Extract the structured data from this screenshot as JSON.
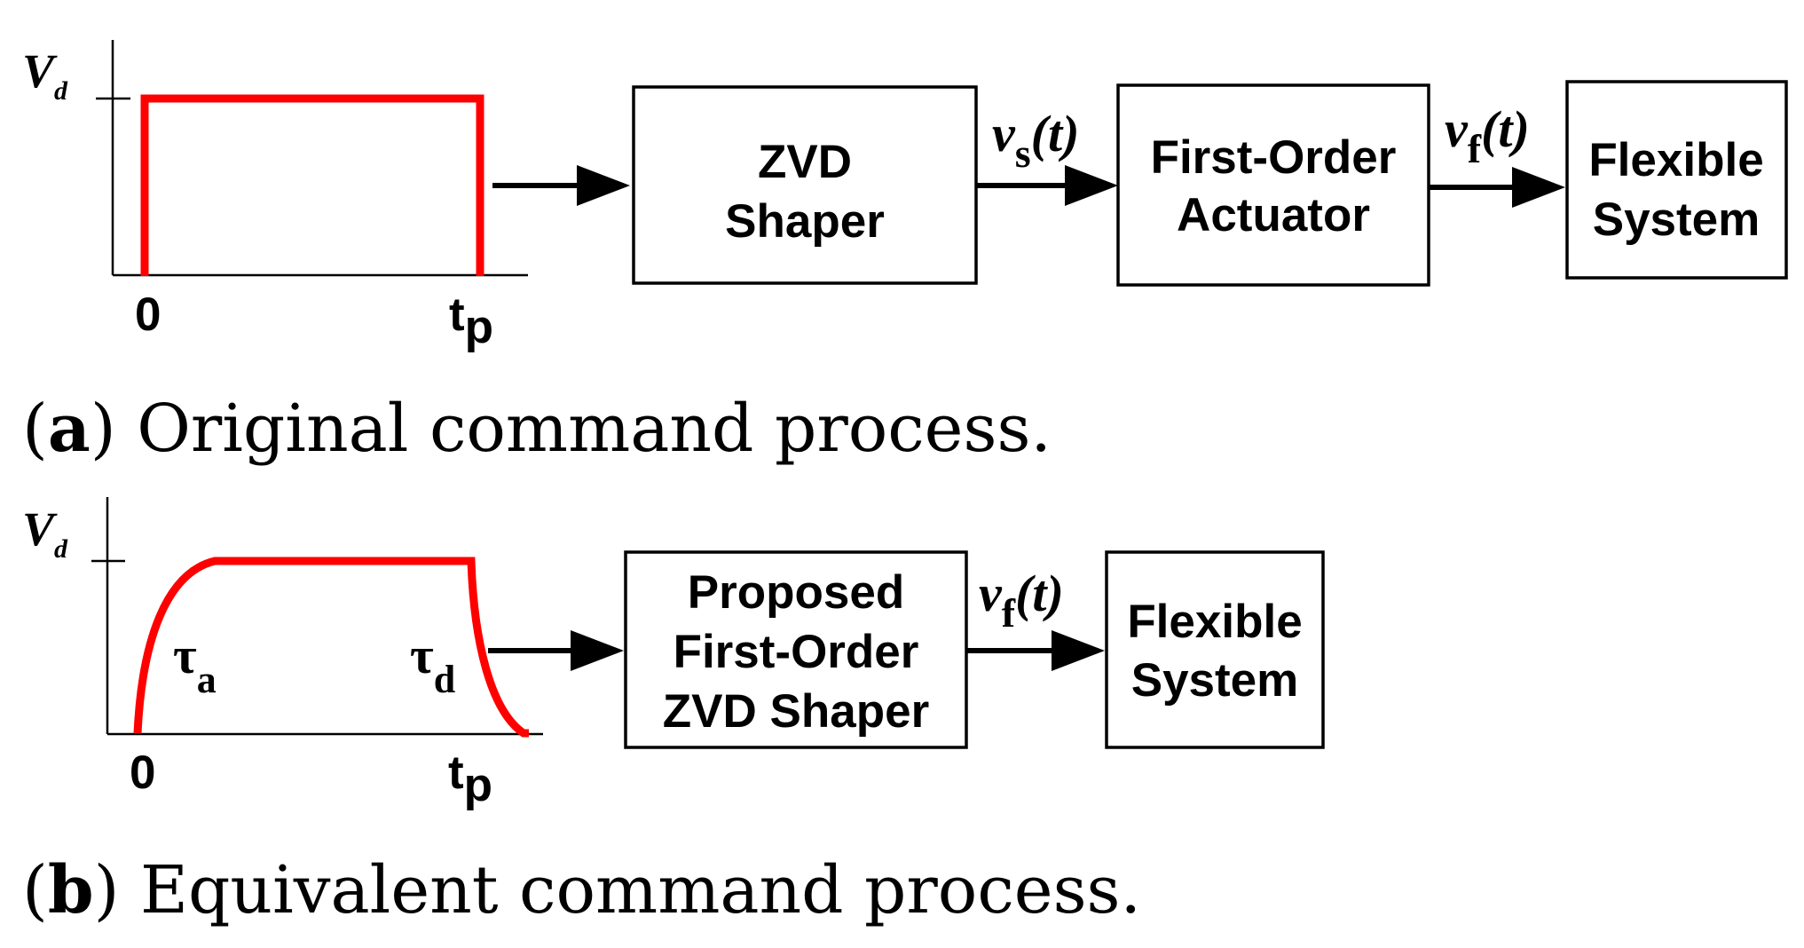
{
  "panel_a": {
    "caption_tag": "a",
    "caption_text": " Original command process.",
    "y_axis_label_main": "V",
    "y_axis_label_sub": "d",
    "x_tick_start": "0",
    "x_tick_end_main": "t",
    "x_tick_end_sub": "p",
    "block_1": [
      "ZVD",
      "Shaper"
    ],
    "signal_1": {
      "main": "v",
      "sub": "s",
      "arg": "(t)"
    },
    "block_2": [
      "First-Order",
      "Actuator"
    ],
    "signal_2": {
      "main": "v",
      "sub": "f",
      "arg": "(t)"
    },
    "block_3": [
      "Flexible",
      "System"
    ]
  },
  "panel_b": {
    "caption_tag": "b",
    "caption_text": " Equivalent command process.",
    "y_axis_label_main": "V",
    "y_axis_label_sub": "d",
    "x_tick_start": "0",
    "x_tick_end_main": "t",
    "x_tick_end_sub": "p",
    "tau_rise": {
      "main": "τ",
      "sub": "a"
    },
    "tau_fall": {
      "main": "τ",
      "sub": "d"
    },
    "block_1": [
      "Proposed",
      "First-Order",
      "ZVD Shaper"
    ],
    "signal_1": {
      "main": "v",
      "sub": "f",
      "arg": "(t)"
    },
    "block_2": [
      "Flexible",
      "System"
    ]
  },
  "colors": {
    "pulse": "#ff0000",
    "lines": "#000000",
    "background": "#ffffff"
  }
}
